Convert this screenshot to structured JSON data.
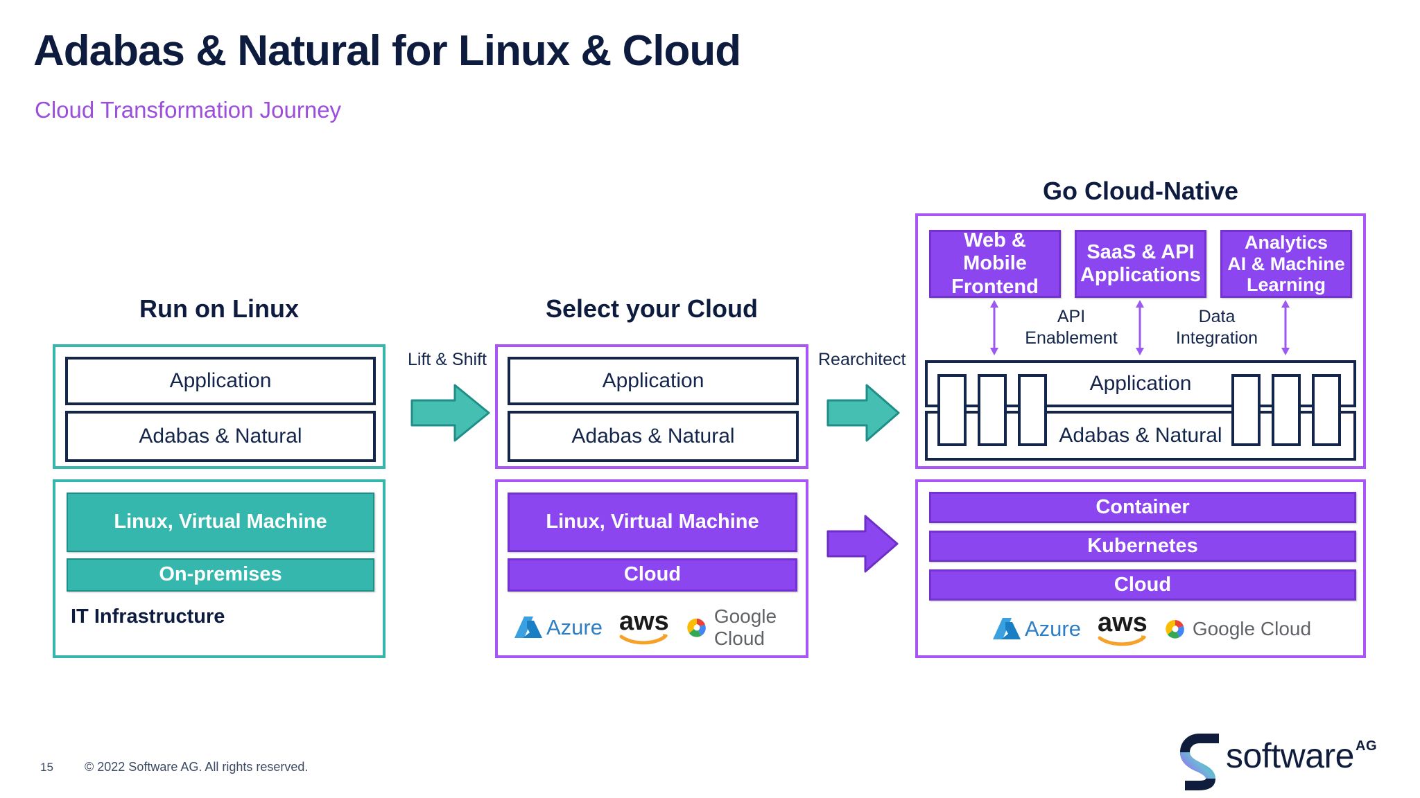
{
  "header": {
    "title": "Adabas & Natural for Linux & Cloud",
    "subtitle": "Cloud Transformation Journey"
  },
  "columns": {
    "left": {
      "heading": "Run on Linux",
      "stack_top": [
        "Application",
        "Adabas & Natural"
      ],
      "stack_bottom": [
        "Linux, Virtual Machine",
        "On-premises"
      ],
      "infra_label": "IT Infrastructure",
      "accent_color": "#36b5ab"
    },
    "middle": {
      "heading": "Select your Cloud",
      "stack_top": [
        "Application",
        "Adabas & Natural"
      ],
      "stack_bottom": [
        "Linux, Virtual Machine",
        "Cloud"
      ],
      "accent_color": "#a855f7",
      "clouds": [
        "Azure",
        "aws",
        "Google Cloud"
      ]
    },
    "right": {
      "heading": "Go Cloud-Native",
      "app_tiles": [
        "Web & Mobile\nFrontend",
        "SaaS & API\nApplications",
        "Analytics\nAI & Machine\nLearning"
      ],
      "connector_labels": [
        "API\nEnablement",
        "Data\nIntegration"
      ],
      "stack_top": [
        "Application",
        "Adabas & Natural"
      ],
      "stack_bottom": [
        "Container",
        "Kubernetes",
        "Cloud"
      ],
      "accent_color": "#a855f7",
      "clouds": [
        "Azure",
        "aws",
        "Google Cloud"
      ]
    }
  },
  "transitions": {
    "lift_and_shift": "Lift & Shift",
    "rearchitect": "Rearchitect"
  },
  "footer": {
    "page_number": "15",
    "copyright": "© 2022 Software AG. All rights reserved.",
    "logo_text": "software",
    "logo_suffix": "AG"
  }
}
